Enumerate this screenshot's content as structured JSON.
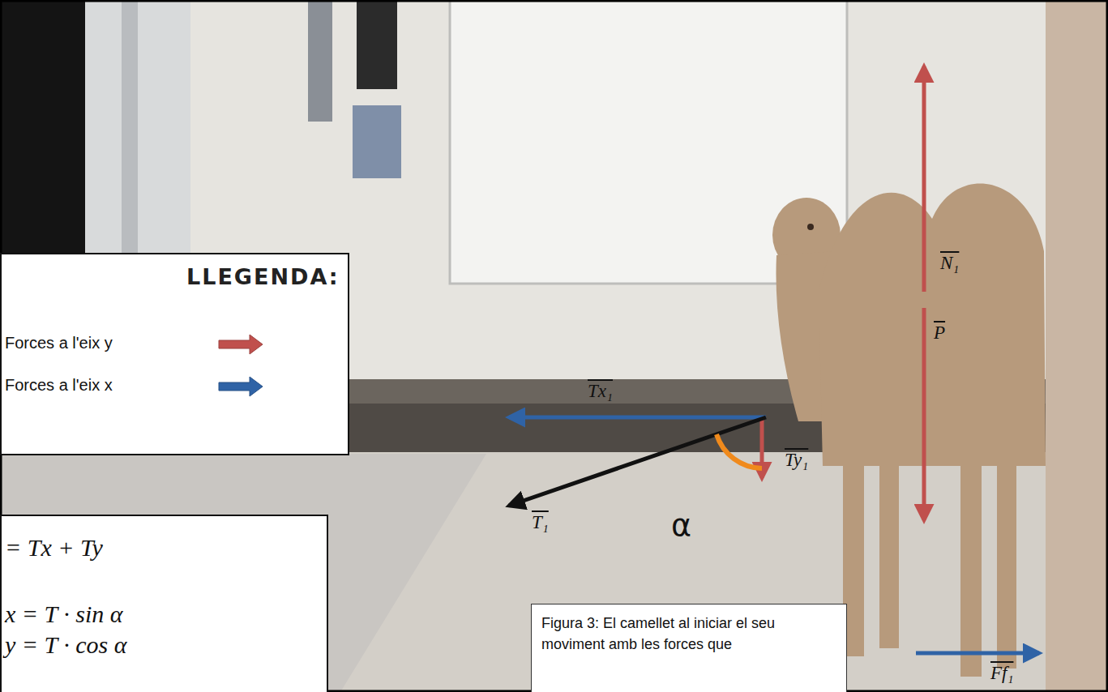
{
  "diagram": {
    "caption": "Figura 3: El camellet al iniciar el seu moviment amb les forces que",
    "nodes": [
      {
        "text": [
          "LLEGENDA:"
        ]
      },
      {
        "text": [
          "= Tx + Ty",
          "x = T · sin α",
          "y = T · cos α"
        ]
      }
    ],
    "labels": [
      "N₁",
      "P",
      "Tx₁",
      "Ty₁",
      "T₁",
      "α",
      "Ff₁"
    ],
    "legend": [
      {
        "text": "Forces a l'eix y",
        "color": "#c0504d"
      },
      {
        "text": "Forces a l'eix x",
        "color": "#2f63a6"
      }
    ]
  }
}
